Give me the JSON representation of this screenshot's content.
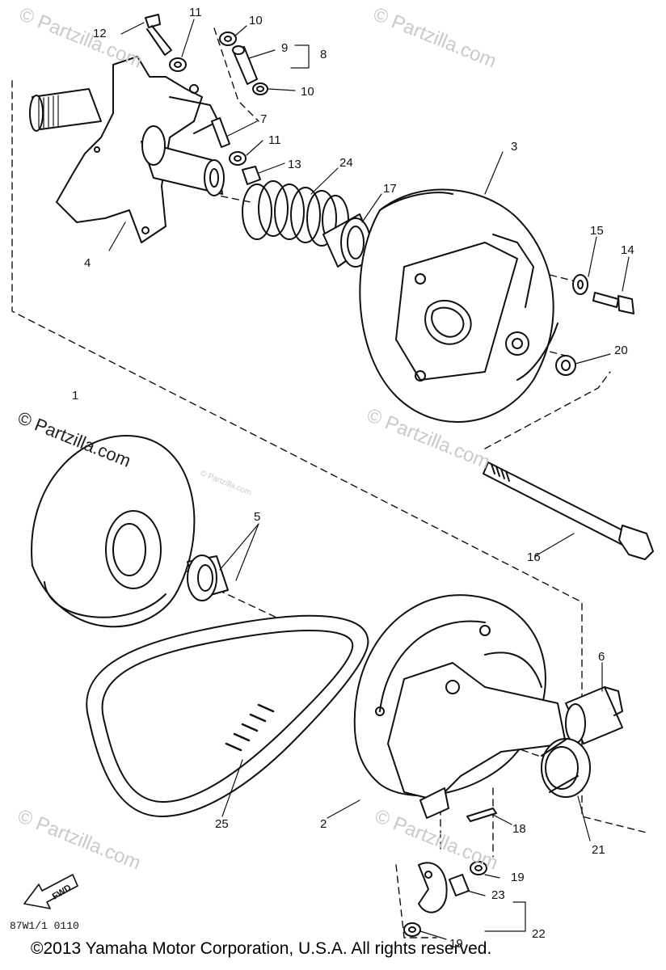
{
  "watermarks": [
    "© Partzilla.com",
    "© Partzilla.com",
    "© Partzilla.com",
    "© Partzilla.com",
    "© Partzilla.com",
    "© Partzilla.com",
    "© Partzilla.com"
  ],
  "callouts": [
    "1",
    "2",
    "3",
    "4",
    "5",
    "6",
    "7",
    "8",
    "9",
    "10",
    "10",
    "11",
    "11",
    "12",
    "13",
    "14",
    "15",
    "16",
    "17",
    "18",
    "19",
    "19",
    "20",
    "21",
    "22",
    "23",
    "24",
    "25"
  ],
  "fwd_label": "FWD",
  "diagram_code": "87W1/1 0110",
  "copyright": "©2013 Yamaha Motor Corporation, U.S.A. All rights reserved."
}
